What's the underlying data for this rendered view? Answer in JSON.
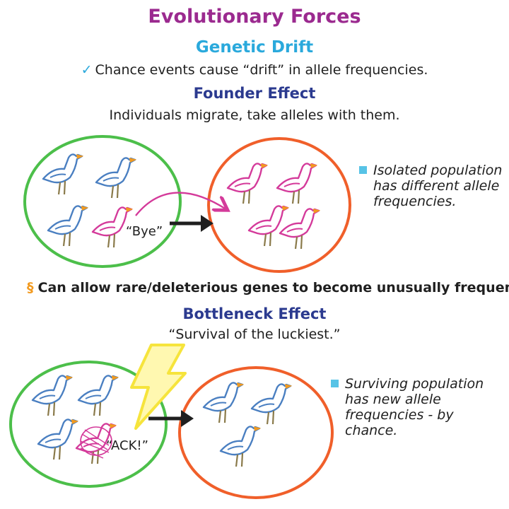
{
  "title": "Evolutionary Forces",
  "genetic_drift": {
    "heading": "Genetic Drift",
    "check_icon": "check-icon",
    "text": "Chance events cause “drift” in allele frequencies."
  },
  "founder_effect": {
    "heading": "Founder Effect",
    "text": "Individuals migrate, take alleles with them.",
    "bye_label": "“Bye”",
    "note": "Isolated population has different allele frequencies."
  },
  "rare_note": {
    "icon": "hook-icon",
    "text": "Can allow rare/deleterious genes to become unusually frequent."
  },
  "bottleneck_effect": {
    "heading": "Bottleneck Effect",
    "quote": "“Survival of the luckiest.”",
    "ack_label": "“ACK!”",
    "note": "Surviving population has new allele frequencies - by chance."
  },
  "colors": {
    "title": "#9b2a8f",
    "drift_heading": "#2aa9dc",
    "effect_heading": "#2b3a8f",
    "blue_bird": "#4a7fc1",
    "pink_bird": "#d43a9a",
    "green_circle": "#4cbf4a",
    "orange_circle": "#f05f2a",
    "lightning": "#f6e43c",
    "bullet": "#57c3e6"
  }
}
